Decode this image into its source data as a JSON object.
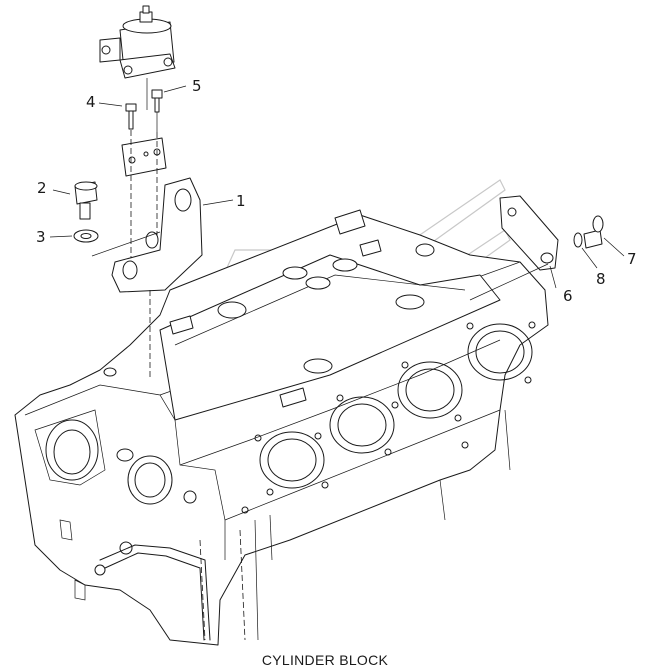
{
  "caption": "CYLINDER BLOCK",
  "callouts": [
    {
      "id": "1",
      "label": "1"
    },
    {
      "id": "2",
      "label": "2"
    },
    {
      "id": "3",
      "label": "3"
    },
    {
      "id": "4",
      "label": "4"
    },
    {
      "id": "5",
      "label": "5"
    },
    {
      "id": "6",
      "label": "6"
    },
    {
      "id": "7",
      "label": "7"
    },
    {
      "id": "8",
      "label": "8"
    }
  ]
}
